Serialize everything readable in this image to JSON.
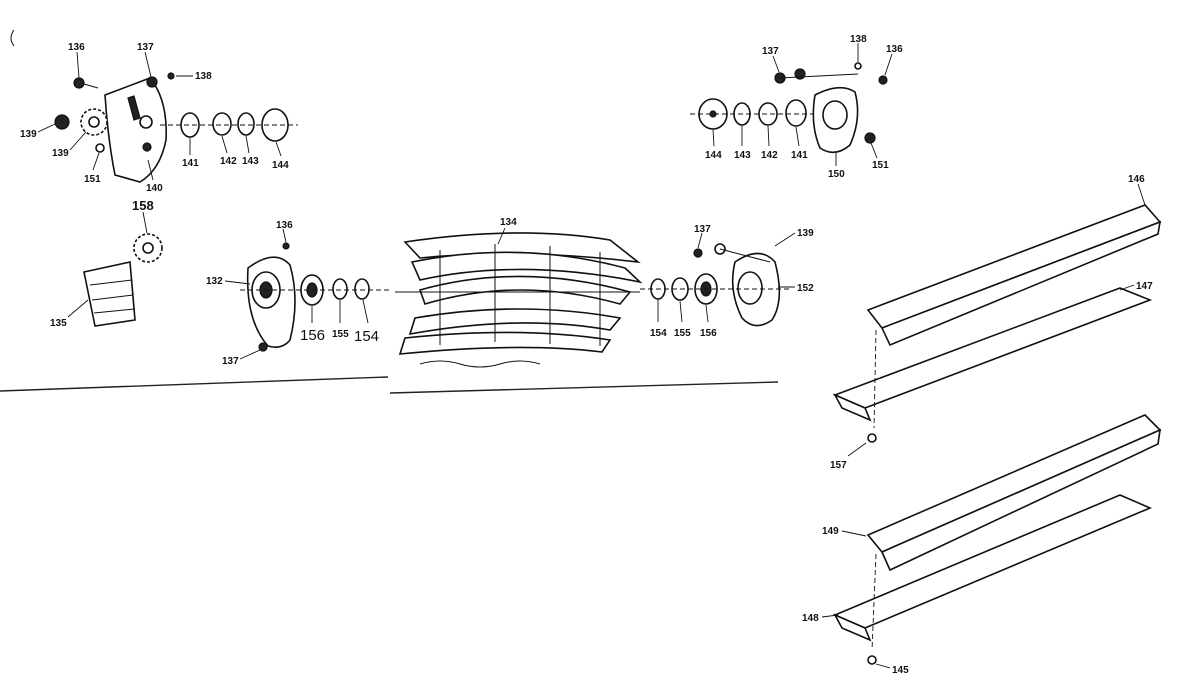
{
  "labels": {
    "l136a": "136",
    "l137a": "137",
    "l138a": "138",
    "l139a": "139",
    "l139b": "139",
    "l151a": "151",
    "l140a": "140",
    "l141a": "141",
    "l142a": "142",
    "l143a": "143",
    "l144a": "144",
    "l137b": "137",
    "l138b": "138",
    "l136b": "136",
    "l144b": "144",
    "l143b": "143",
    "l142b": "142",
    "l141b": "141",
    "l150": "150",
    "l151b": "151",
    "l158": "158",
    "l135": "135",
    "l136c": "136",
    "l132": "132",
    "l137c": "137",
    "l156a": "156",
    "l155a": "155",
    "l154a": "154",
    "l134": "134",
    "l137d": "137",
    "l139c": "139",
    "l152": "152",
    "l154b": "154",
    "l155b": "155",
    "l156b": "156",
    "l146a": "146",
    "l147": "147",
    "l157": "157",
    "l149": "149",
    "l148": "148",
    "l145": "145"
  }
}
